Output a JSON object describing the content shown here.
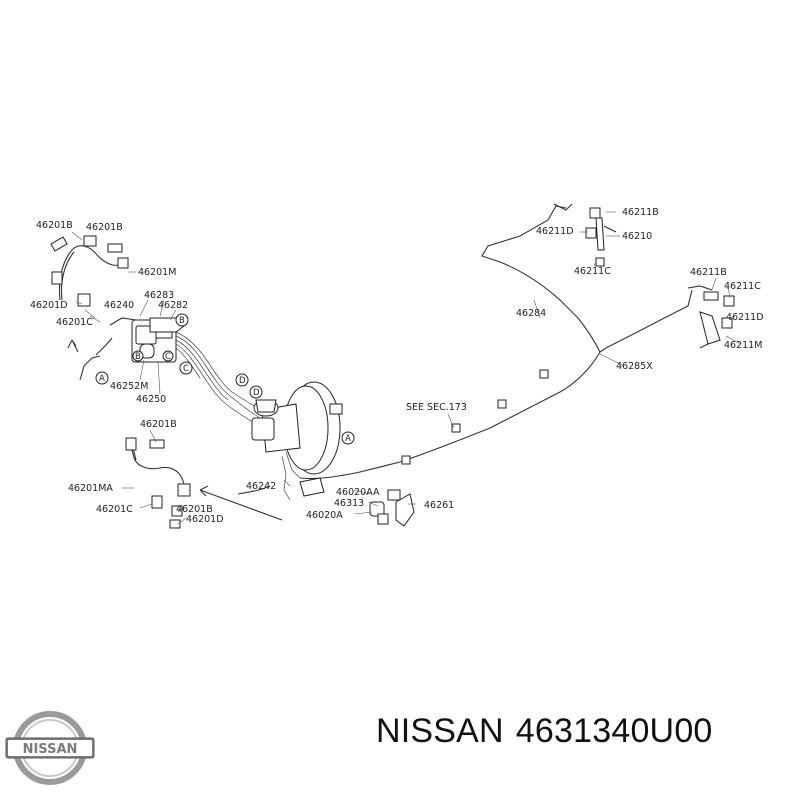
{
  "labels": {
    "l_46201B_a": "46201B",
    "l_46201B_b": "46201B",
    "l_46201M": "46201M",
    "l_46201D_a": "46201D",
    "l_46201C_a": "46201C",
    "l_46240": "46240",
    "l_46283": "46283",
    "l_46282": "46282",
    "l_46252M": "46252M",
    "l_46250": "46250",
    "l_46201B_c": "46201B",
    "l_46201MA": "46201MA",
    "l_46201C_b": "46201C",
    "l_46201B_d": "46201B",
    "l_46201D_b": "46201D",
    "l_46242": "46242",
    "l_46313": "46313",
    "l_46020AA": "46020AA",
    "l_46020A": "46020A",
    "l_46261": "46261",
    "l_see_sec": "SEE SEC.173",
    "l_46284": "46284",
    "l_46285X": "46285X",
    "l_46211B_a": "46211B",
    "l_46211D_a": "46211D",
    "l_46210": "46210",
    "l_46211C_a": "46211C",
    "l_46211B_b": "46211B",
    "l_46211C_b": "46211C",
    "l_46211D_b": "46211D",
    "l_46211M": "46211M"
  },
  "callouts": {
    "c_A1": "A",
    "c_B1": "B",
    "c_C1": "C",
    "c_D1": "D",
    "c_D2": "D",
    "c_A2": "A",
    "c_B2": "B",
    "c_C2": "C"
  },
  "footer": {
    "brand": "NISSAN",
    "part_number": "4631340U00"
  },
  "logo": {
    "text": "NISSAN",
    "color": "#8a8a8a"
  }
}
